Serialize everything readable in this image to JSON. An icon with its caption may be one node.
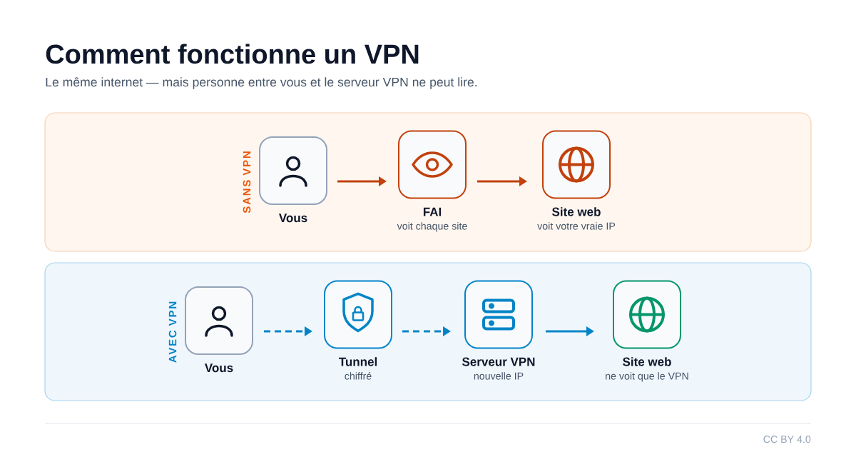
{
  "diagram": {
    "title": "Comment fonctionne un VPN",
    "nodes": [
      {
        "text": [
          "SANS VPN"
        ]
      },
      {
        "text": [
          "Vous"
        ],
        "in": 0
      },
      {
        "text": [
          "FAI",
          "voit chaque site"
        ],
        "in": 0
      },
      {
        "text": [
          "Site web",
          "voit votre vraie IP"
        ],
        "in": 0
      },
      {
        "text": [
          "AVEC VPN"
        ]
      },
      {
        "text": [
          "Vous"
        ],
        "in": 4
      },
      {
        "text": [
          "Tunnel",
          "chiffré"
        ],
        "in": 4
      },
      {
        "text": [
          "Serveur VPN",
          "nouvelle IP"
        ],
        "in": 4
      },
      {
        "text": [
          "Site web",
          "ne voit que le VPN"
        ],
        "in": 4
      }
    ],
    "edges": [
      {
        "from": 1,
        "to": 2,
        "arrow": "to",
        "color": "#c2410c"
      },
      {
        "from": 2,
        "to": 3,
        "arrow": "to",
        "color": "#c2410c"
      },
      {
        "from": 5,
        "to": 6,
        "arrow": "to",
        "style": "dashed"
      },
      {
        "from": 6,
        "to": 7,
        "arrow": "to",
        "style": "dashed"
      },
      {
        "from": 7,
        "to": 8,
        "arrow": "to"
      }
    ],
    "labels": [
      "Le même internet — mais personne entre vous et le serveur VPN ne peut lire.",
      "CC BY 4.0"
    ]
  }
}
